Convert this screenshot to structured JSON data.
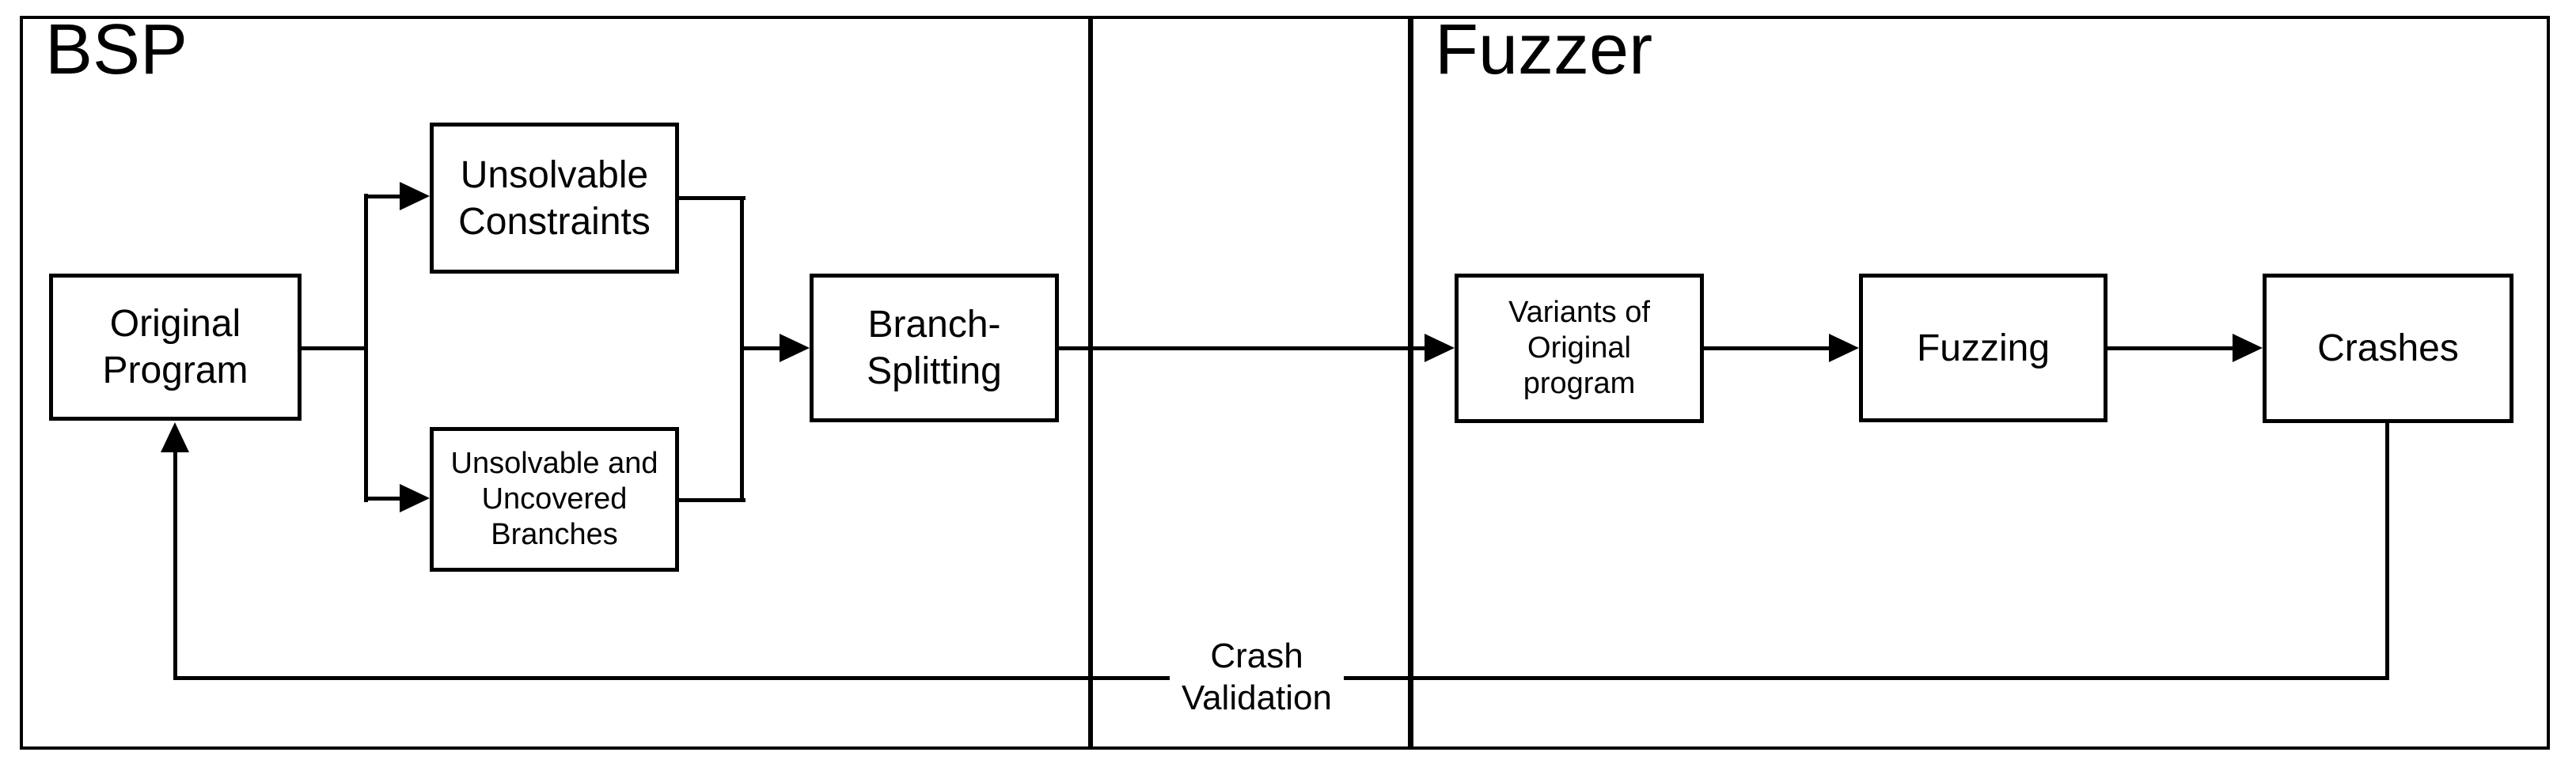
{
  "diagram": {
    "background_color": "#ffffff",
    "line_color": "#000000",
    "sections": {
      "bsp": {
        "title": "BSP"
      },
      "fuzzer": {
        "title": "Fuzzer"
      }
    },
    "boxes": {
      "original_program": {
        "line1": "Original",
        "line2": "Program"
      },
      "unsolvable_constraints": {
        "line1": "Unsolvable",
        "line2": "Constraints"
      },
      "unsolvable_uncovered": {
        "line1": "Unsolvable and",
        "line2": "Uncovered",
        "line3": "Branches"
      },
      "branch_splitting": {
        "line1": "Branch-",
        "line2": "Splitting"
      },
      "variants_of_original": {
        "line1": "Variants of",
        "line2": "Original",
        "line3": "program"
      },
      "fuzzing": {
        "label": "Fuzzing"
      },
      "crashes": {
        "label": "Crashes"
      }
    },
    "edge_labels": {
      "crash_validation": {
        "line1": "Crash",
        "line2": "Validation"
      }
    }
  }
}
